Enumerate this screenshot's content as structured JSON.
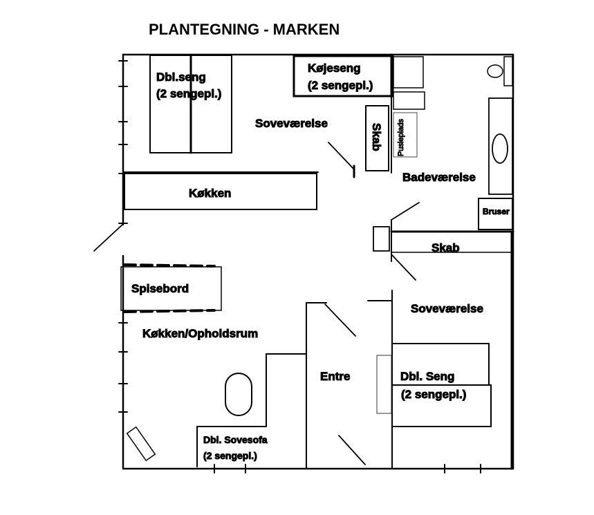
{
  "title": "PLANTEGNING - MARKEN",
  "rooms": {
    "bedroom_top": "Soveværelse",
    "bathroom": "Badeværelse",
    "kitchen": "Køkken",
    "living": "Køkken/Opholdsrum",
    "entry": "Entre",
    "bedroom_bottom": "Soveværelse"
  },
  "furniture": {
    "double_bed_top": [
      "Dbl.seng",
      "(2 sengepl.)"
    ],
    "bunk_bed": [
      "Køjeseng",
      "(2 sengepl.)"
    ],
    "closet_top": "Skab",
    "changing_table": "Pusleplads",
    "shower": "Bruser",
    "closet_mid": "Skab",
    "dining_table": "Spisebord",
    "double_bed_bottom": [
      "Dbl. Seng",
      "(2 sengepl.)"
    ],
    "sofa_bed": [
      "Dbl. Sovesofa",
      "(2 sengepl.)"
    ]
  }
}
